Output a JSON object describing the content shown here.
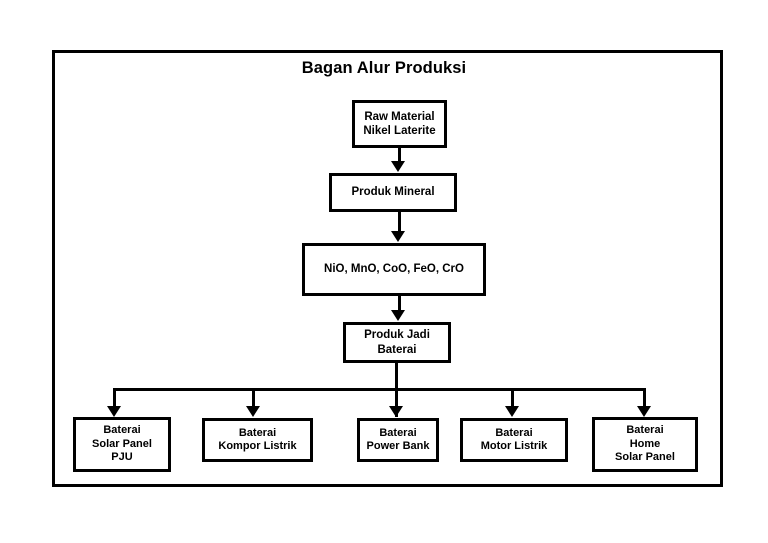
{
  "diagram": {
    "title": "Bagan Alur Produksi",
    "colors": {
      "line": "#000000",
      "box_fill": "#ffffff",
      "background": "#ffffff",
      "text": "#000000"
    },
    "chain": [
      {
        "id": "raw-material",
        "label": "Raw Material\nNikel Laterite"
      },
      {
        "id": "produk-mineral",
        "label": "Produk Mineral"
      },
      {
        "id": "oxides",
        "label": "NiO, MnO, CoO, FeO, CrO"
      },
      {
        "id": "produk-jadi",
        "label": "Produk Jadi\nBaterai"
      }
    ],
    "outputs": [
      {
        "id": "solar-pju",
        "label": "Baterai\nSolar Panel\nPJU"
      },
      {
        "id": "kompor",
        "label": "Baterai\nKompor Listrik"
      },
      {
        "id": "powerbank",
        "label": "Baterai\nPower Bank"
      },
      {
        "id": "motor",
        "label": "Baterai\nMotor Listrik"
      },
      {
        "id": "home-solar",
        "label": "Baterai\nHome\nSolar Panel"
      }
    ]
  }
}
